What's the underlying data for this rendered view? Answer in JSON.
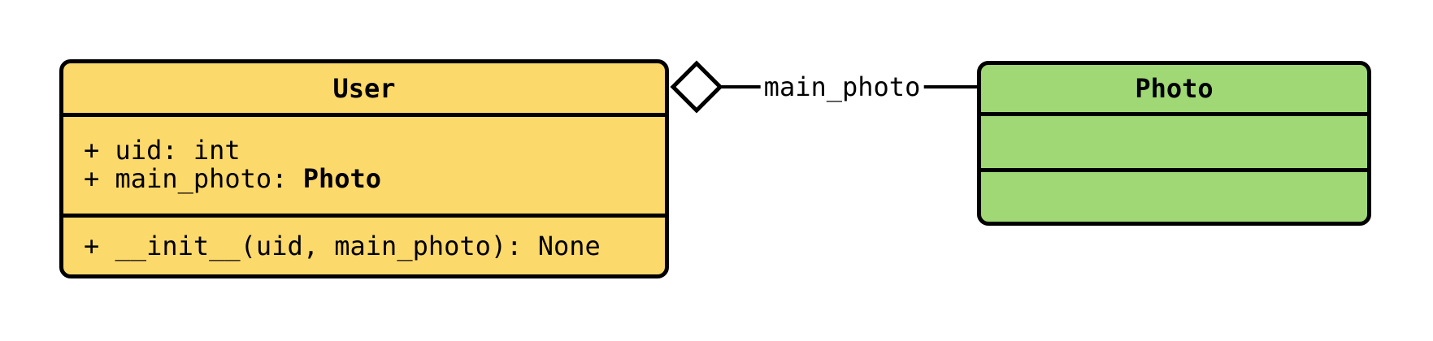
{
  "diagram": {
    "kind": "uml-class-diagram",
    "background_color": "#ffffff",
    "line_color": "#000000",
    "classes": [
      {
        "name": "User",
        "fill": "#FCD96B",
        "attributes": [
          {
            "text": "+ uid: int",
            "type": ""
          },
          {
            "text": "+ main_photo: ",
            "type": "Photo"
          }
        ],
        "methods": [
          "+ __init__(uid, main_photo): None"
        ]
      },
      {
        "name": "Photo",
        "fill": "#A0D875",
        "attributes": [],
        "methods": []
      }
    ],
    "relationship": {
      "kind": "aggregation",
      "from": "User",
      "to": "Photo",
      "label": "main_photo",
      "diamond_fill": "#ffffff"
    }
  }
}
